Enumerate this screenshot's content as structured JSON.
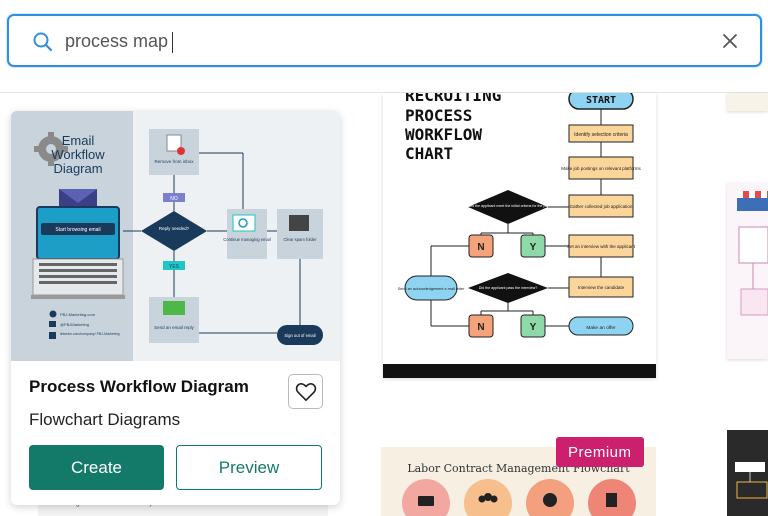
{
  "search": {
    "value": "process map",
    "icon": "search-icon",
    "clear_icon": "close-icon"
  },
  "colors": {
    "accent": "#2f8fe0",
    "primary_button": "#137a6a",
    "premium": "#cc1f6e"
  },
  "cards": [
    {
      "title": "Process Workflow Diagram",
      "category": "Flowchart Diagrams",
      "create_label": "Create",
      "preview_label": "Preview",
      "thumbnail": {
        "heading_lines": [
          "Email",
          "Workflow",
          "Diagram"
        ],
        "start_label": "Start browsing email",
        "nodes": {
          "remove": "Remove from inbox",
          "no": "NO",
          "reply": "Reply needed?",
          "yes": "YES",
          "continue": "Continue managing email",
          "clear": "Clear spam folder",
          "send": "Send an email reply",
          "signout": "Sign out of email"
        },
        "footer_lines": [
          "PBJ-Marketing.com",
          "@PBJMarketing",
          "linkedin.com/company/ PBJ-Marketing"
        ]
      }
    },
    {
      "thumbnail": {
        "title_lines": [
          "RECRUITING",
          "PROCESS",
          "WORKFLOW",
          "CHART"
        ],
        "start": "START",
        "steps": [
          "Identify selection criteria",
          "Make job postings on relevant platforms",
          "Gather collected job application",
          "Set an interview with the applicant",
          "Interview the candidate",
          "Make an offer"
        ],
        "decisions": [
          "Does the applicant meet the initial criteria for the job?",
          "Did the applicant pass the interview?"
        ],
        "side_node": "Send an acknowledgement e-mail letter",
        "no_mark": "N",
        "yes_mark": "Y"
      }
    },
    {
      "badge": "Premium",
      "thumbnail": {
        "title": "Labor Contract Management Flowchart"
      }
    }
  ],
  "peek_text": "Organize information easily"
}
